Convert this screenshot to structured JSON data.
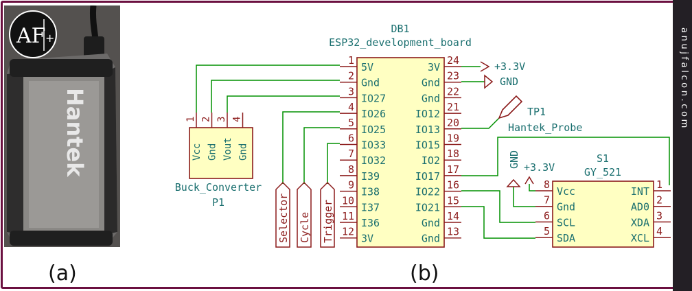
{
  "photo": {
    "logo_text": "AF",
    "logo_plus": "+",
    "device_brand": "Hantek",
    "label": "(a)"
  },
  "schematic_label": "(b)",
  "sidebar_text": "anujfalcon.com",
  "db1": {
    "ref": "DB1",
    "value": "ESP32_development_board",
    "left_pins": [
      {
        "num": "1",
        "name": "5V"
      },
      {
        "num": "2",
        "name": "Gnd"
      },
      {
        "num": "3",
        "name": "IO27"
      },
      {
        "num": "4",
        "name": "IO26"
      },
      {
        "num": "5",
        "name": "IO25"
      },
      {
        "num": "6",
        "name": "IO33"
      },
      {
        "num": "7",
        "name": "IO32"
      },
      {
        "num": "8",
        "name": "I39"
      },
      {
        "num": "9",
        "name": "I38"
      },
      {
        "num": "10",
        "name": "I37"
      },
      {
        "num": "11",
        "name": "I36"
      },
      {
        "num": "12",
        "name": "3V"
      }
    ],
    "right_pins": [
      {
        "num": "24",
        "name": "3V"
      },
      {
        "num": "23",
        "name": "Gnd"
      },
      {
        "num": "22",
        "name": "Gnd"
      },
      {
        "num": "21",
        "name": "IO12"
      },
      {
        "num": "20",
        "name": "IO13"
      },
      {
        "num": "19",
        "name": "IO15"
      },
      {
        "num": "18",
        "name": "IO2"
      },
      {
        "num": "17",
        "name": "IO17"
      },
      {
        "num": "16",
        "name": "IO22"
      },
      {
        "num": "15",
        "name": "IO21"
      },
      {
        "num": "14",
        "name": "Gnd"
      },
      {
        "num": "13",
        "name": "Gnd"
      }
    ]
  },
  "p1": {
    "ref": "P1",
    "value": "Buck_Converter",
    "pins": [
      {
        "num": "1",
        "name": "Vcc"
      },
      {
        "num": "2",
        "name": "Gnd"
      },
      {
        "num": "3",
        "name": "Vout"
      },
      {
        "num": "4",
        "name": "Gnd"
      }
    ]
  },
  "s1": {
    "ref": "S1",
    "value": "GY_521",
    "left_pins": [
      {
        "num": "8",
        "name": "Vcc"
      },
      {
        "num": "7",
        "name": "Gnd"
      },
      {
        "num": "6",
        "name": "SCL"
      },
      {
        "num": "5",
        "name": "SDA"
      }
    ],
    "right_pins": [
      {
        "num": "1",
        "name": "INT"
      },
      {
        "num": "2",
        "name": "AD0"
      },
      {
        "num": "3",
        "name": "XDA"
      },
      {
        "num": "4",
        "name": "XCL"
      }
    ]
  },
  "tp1": {
    "ref": "TP1",
    "value": "Hantek_Probe"
  },
  "power": {
    "plus33_a": "+3.3V",
    "gnd_a": "GND",
    "plus33_b": "+3.3V",
    "gnd_b": "GND"
  },
  "labels": {
    "selector": "Selector",
    "cycle": "Cycle",
    "trigger": "Trigger"
  },
  "colors": {
    "component": "#8b1a1a",
    "component_fill": "#ffffc2",
    "wire": "#009000",
    "text": "#1a6f6f",
    "frame": "#6b1040"
  }
}
